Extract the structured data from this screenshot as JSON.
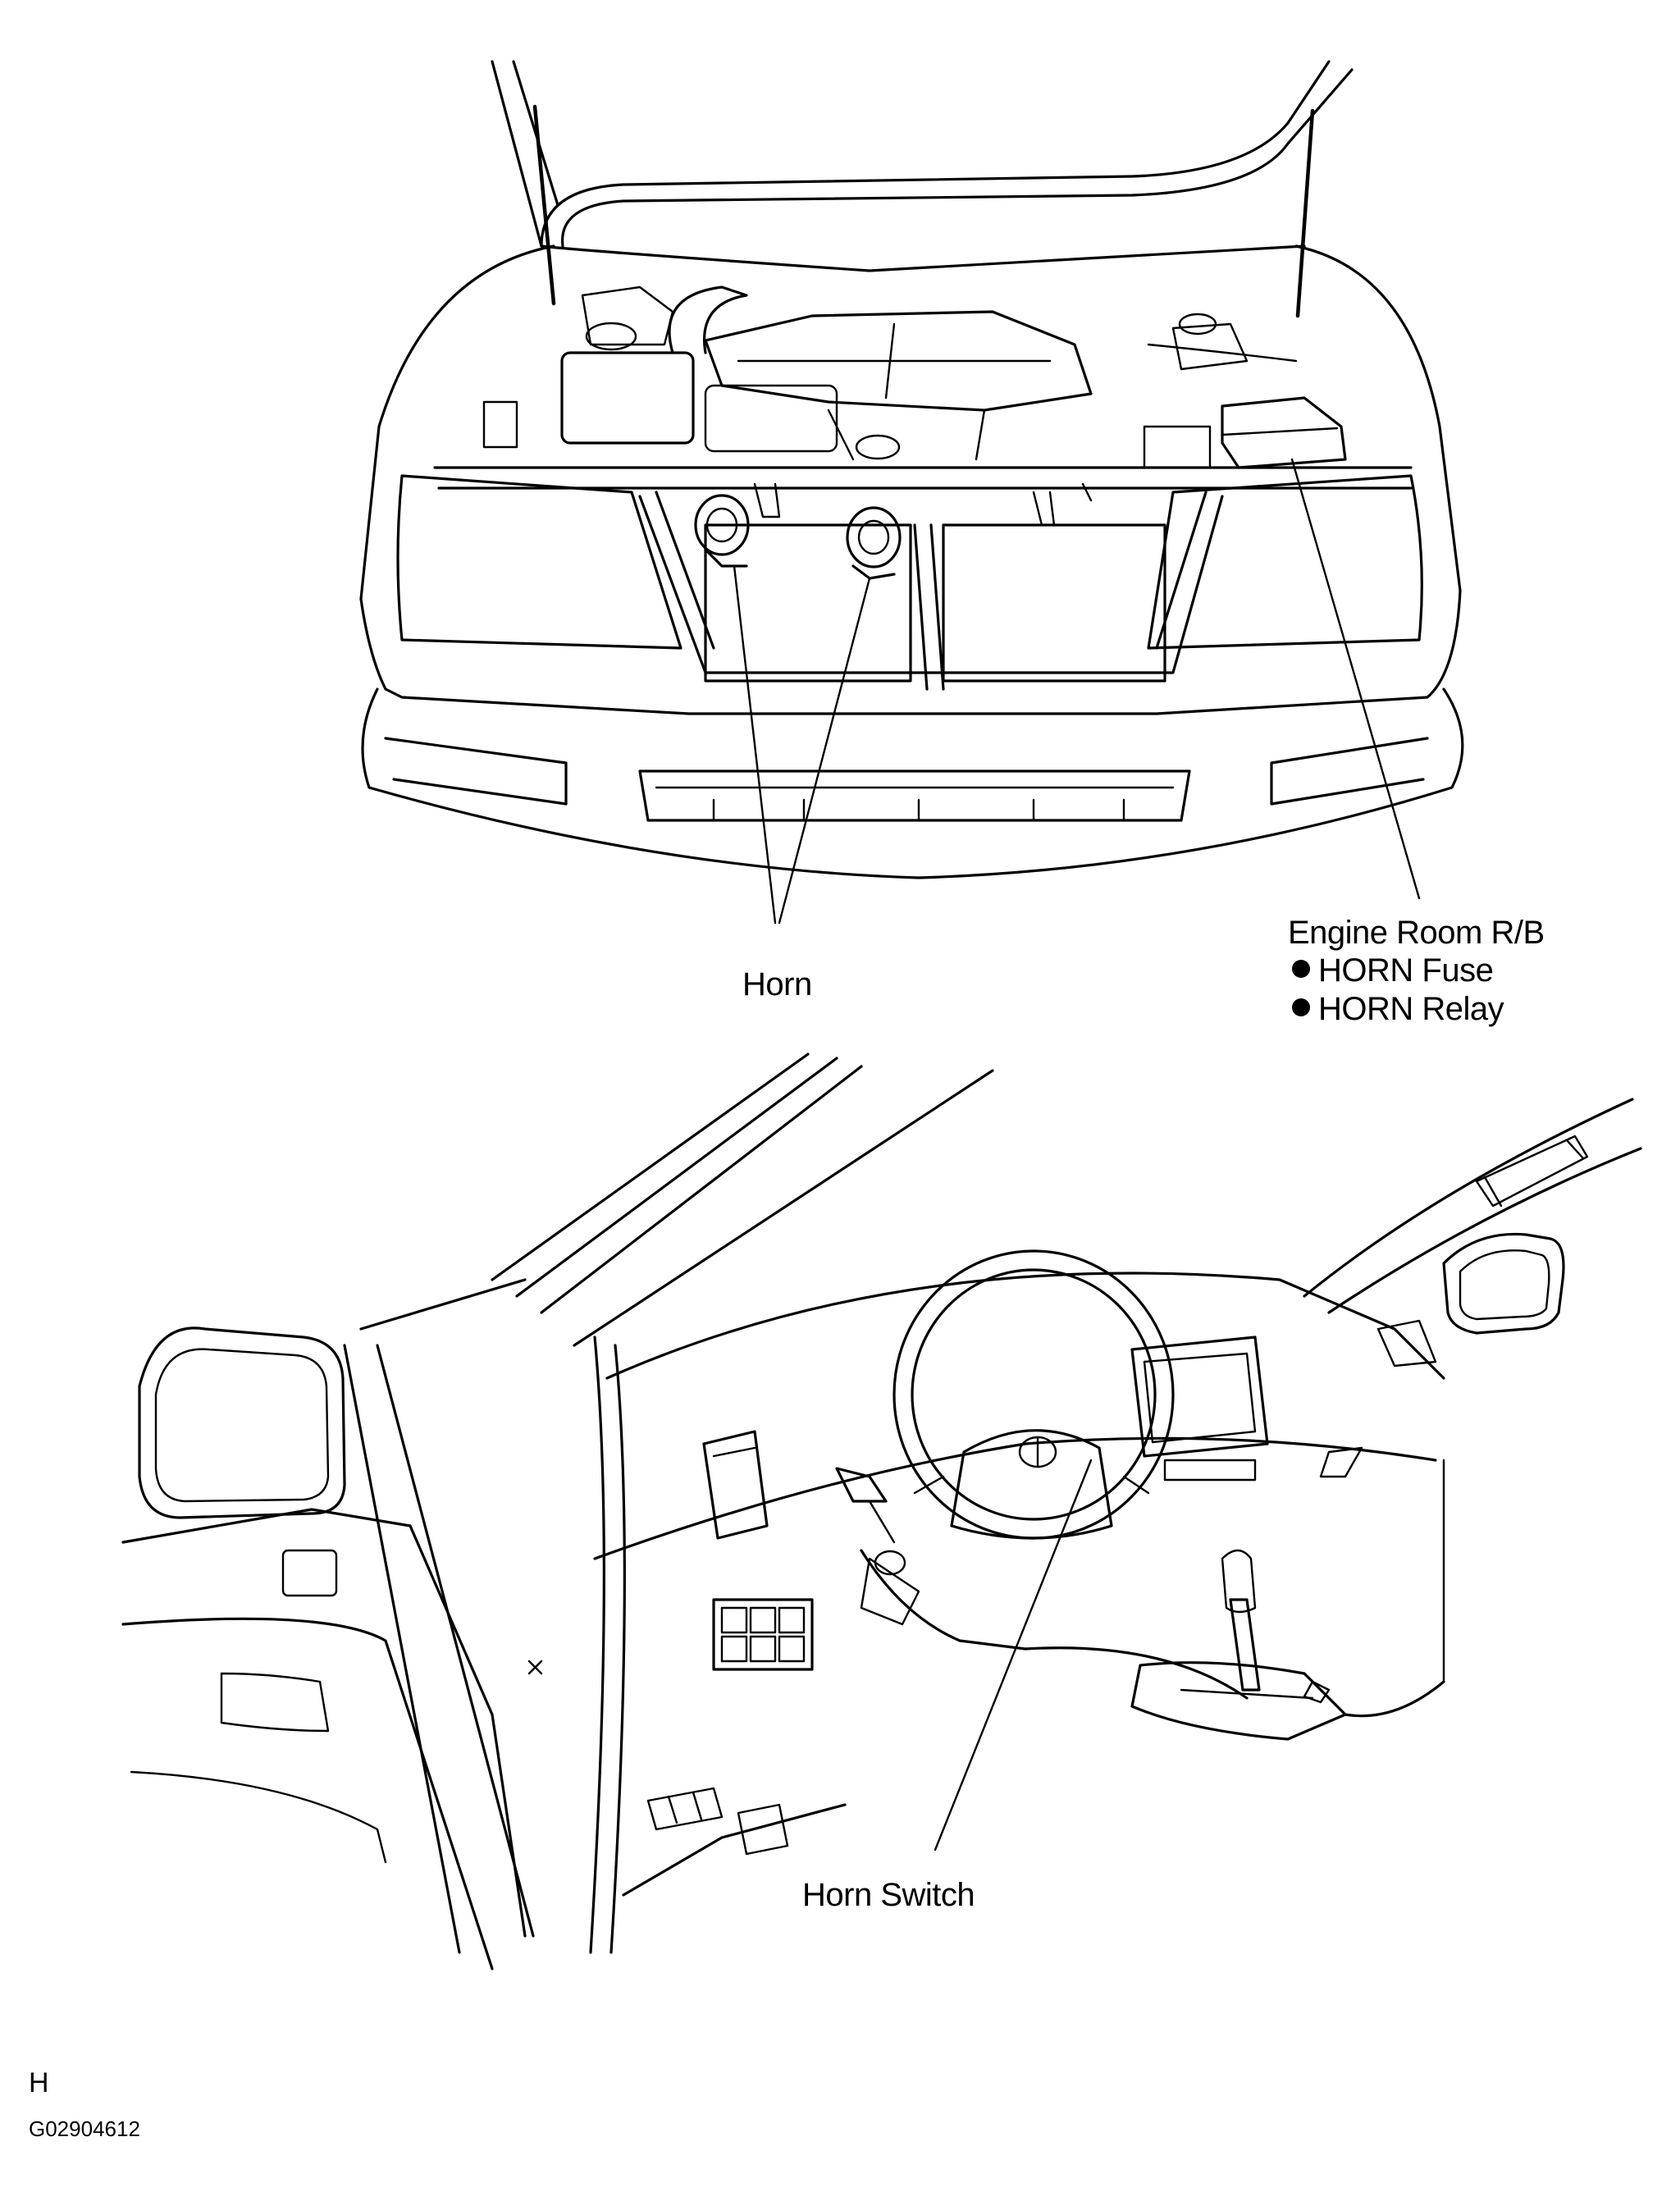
{
  "callouts": {
    "horn": "Horn",
    "engine_room_rb": "Engine Room R/B",
    "horn_fuse": "HORN Fuse",
    "horn_relay": "HORN Relay",
    "horn_switch": "Horn Switch"
  },
  "footer": {
    "section_letter": "H",
    "figure_code": "G02904612"
  }
}
